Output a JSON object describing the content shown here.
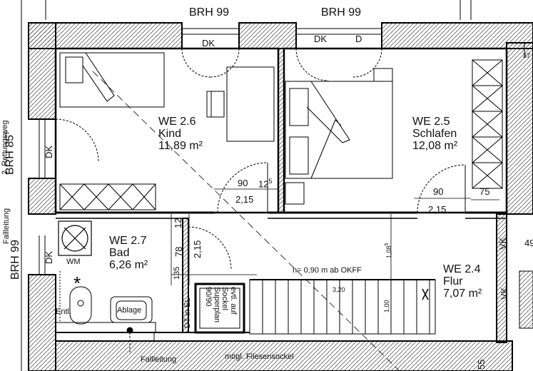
{
  "rooms": [
    {
      "id": "2.6",
      "number": "WE 2.6",
      "name": "Kind",
      "area": "11,89 m²"
    },
    {
      "id": "2.5",
      "number": "WE 2.5",
      "name": "Schlafen",
      "area": "12,08 m²"
    },
    {
      "id": "2.7",
      "number": "WE 2.7",
      "name": "Bad",
      "area": "6,26 m²"
    },
    {
      "id": "2.4",
      "number": "WE 2.4",
      "name": "Flur",
      "area": "7,07 m²"
    }
  ],
  "windows": {
    "brh_top_left": "BRH 99",
    "brh_top_right": "BRH 99",
    "brh_left": "BRH 85",
    "brh_left_sup": "5",
    "brh_left_lower": "BRH 99",
    "rettungsweg": "2. Rettungsweg",
    "fallleitung_left": "Fallleitung"
  },
  "door_labels": {
    "dk_top_left": "DK",
    "dk_top_right": "DK",
    "d_top_right": "D",
    "dk_left": "DK",
    "dk_bad": "DK",
    "vk_1": "VK",
    "vk_2": "VK"
  },
  "dimensions": {
    "d90_left": "90",
    "d125": "12",
    "d125_sup": "5",
    "d215_left": "2,15",
    "d90_right": "90",
    "d215_right": "2,15",
    "d75": "75",
    "d12": "12",
    "d78": "78",
    "d215_vert": "2,15",
    "d135": "135",
    "d108": "1,08",
    "d108_sup": "5",
    "d100": "1,00",
    "d320": "3,20",
    "d55": "55",
    "d37": "37",
    "d49": "49"
  },
  "annotations": {
    "stair_height": "h= 0,90 m ab OKFF",
    "wm": "WM",
    "entl": "Entl.",
    "ablage": "Ablage",
    "dt_in_el": "DT in EL",
    "evtl_1": "evtl. auf",
    "evtl_2": "Sockel",
    "evtl_3": "Superplan",
    "evtl_4": "90/90",
    "fallleitung_bottom": "Fallleitung",
    "fliesensockel": "mögl. Fliesensockel"
  }
}
